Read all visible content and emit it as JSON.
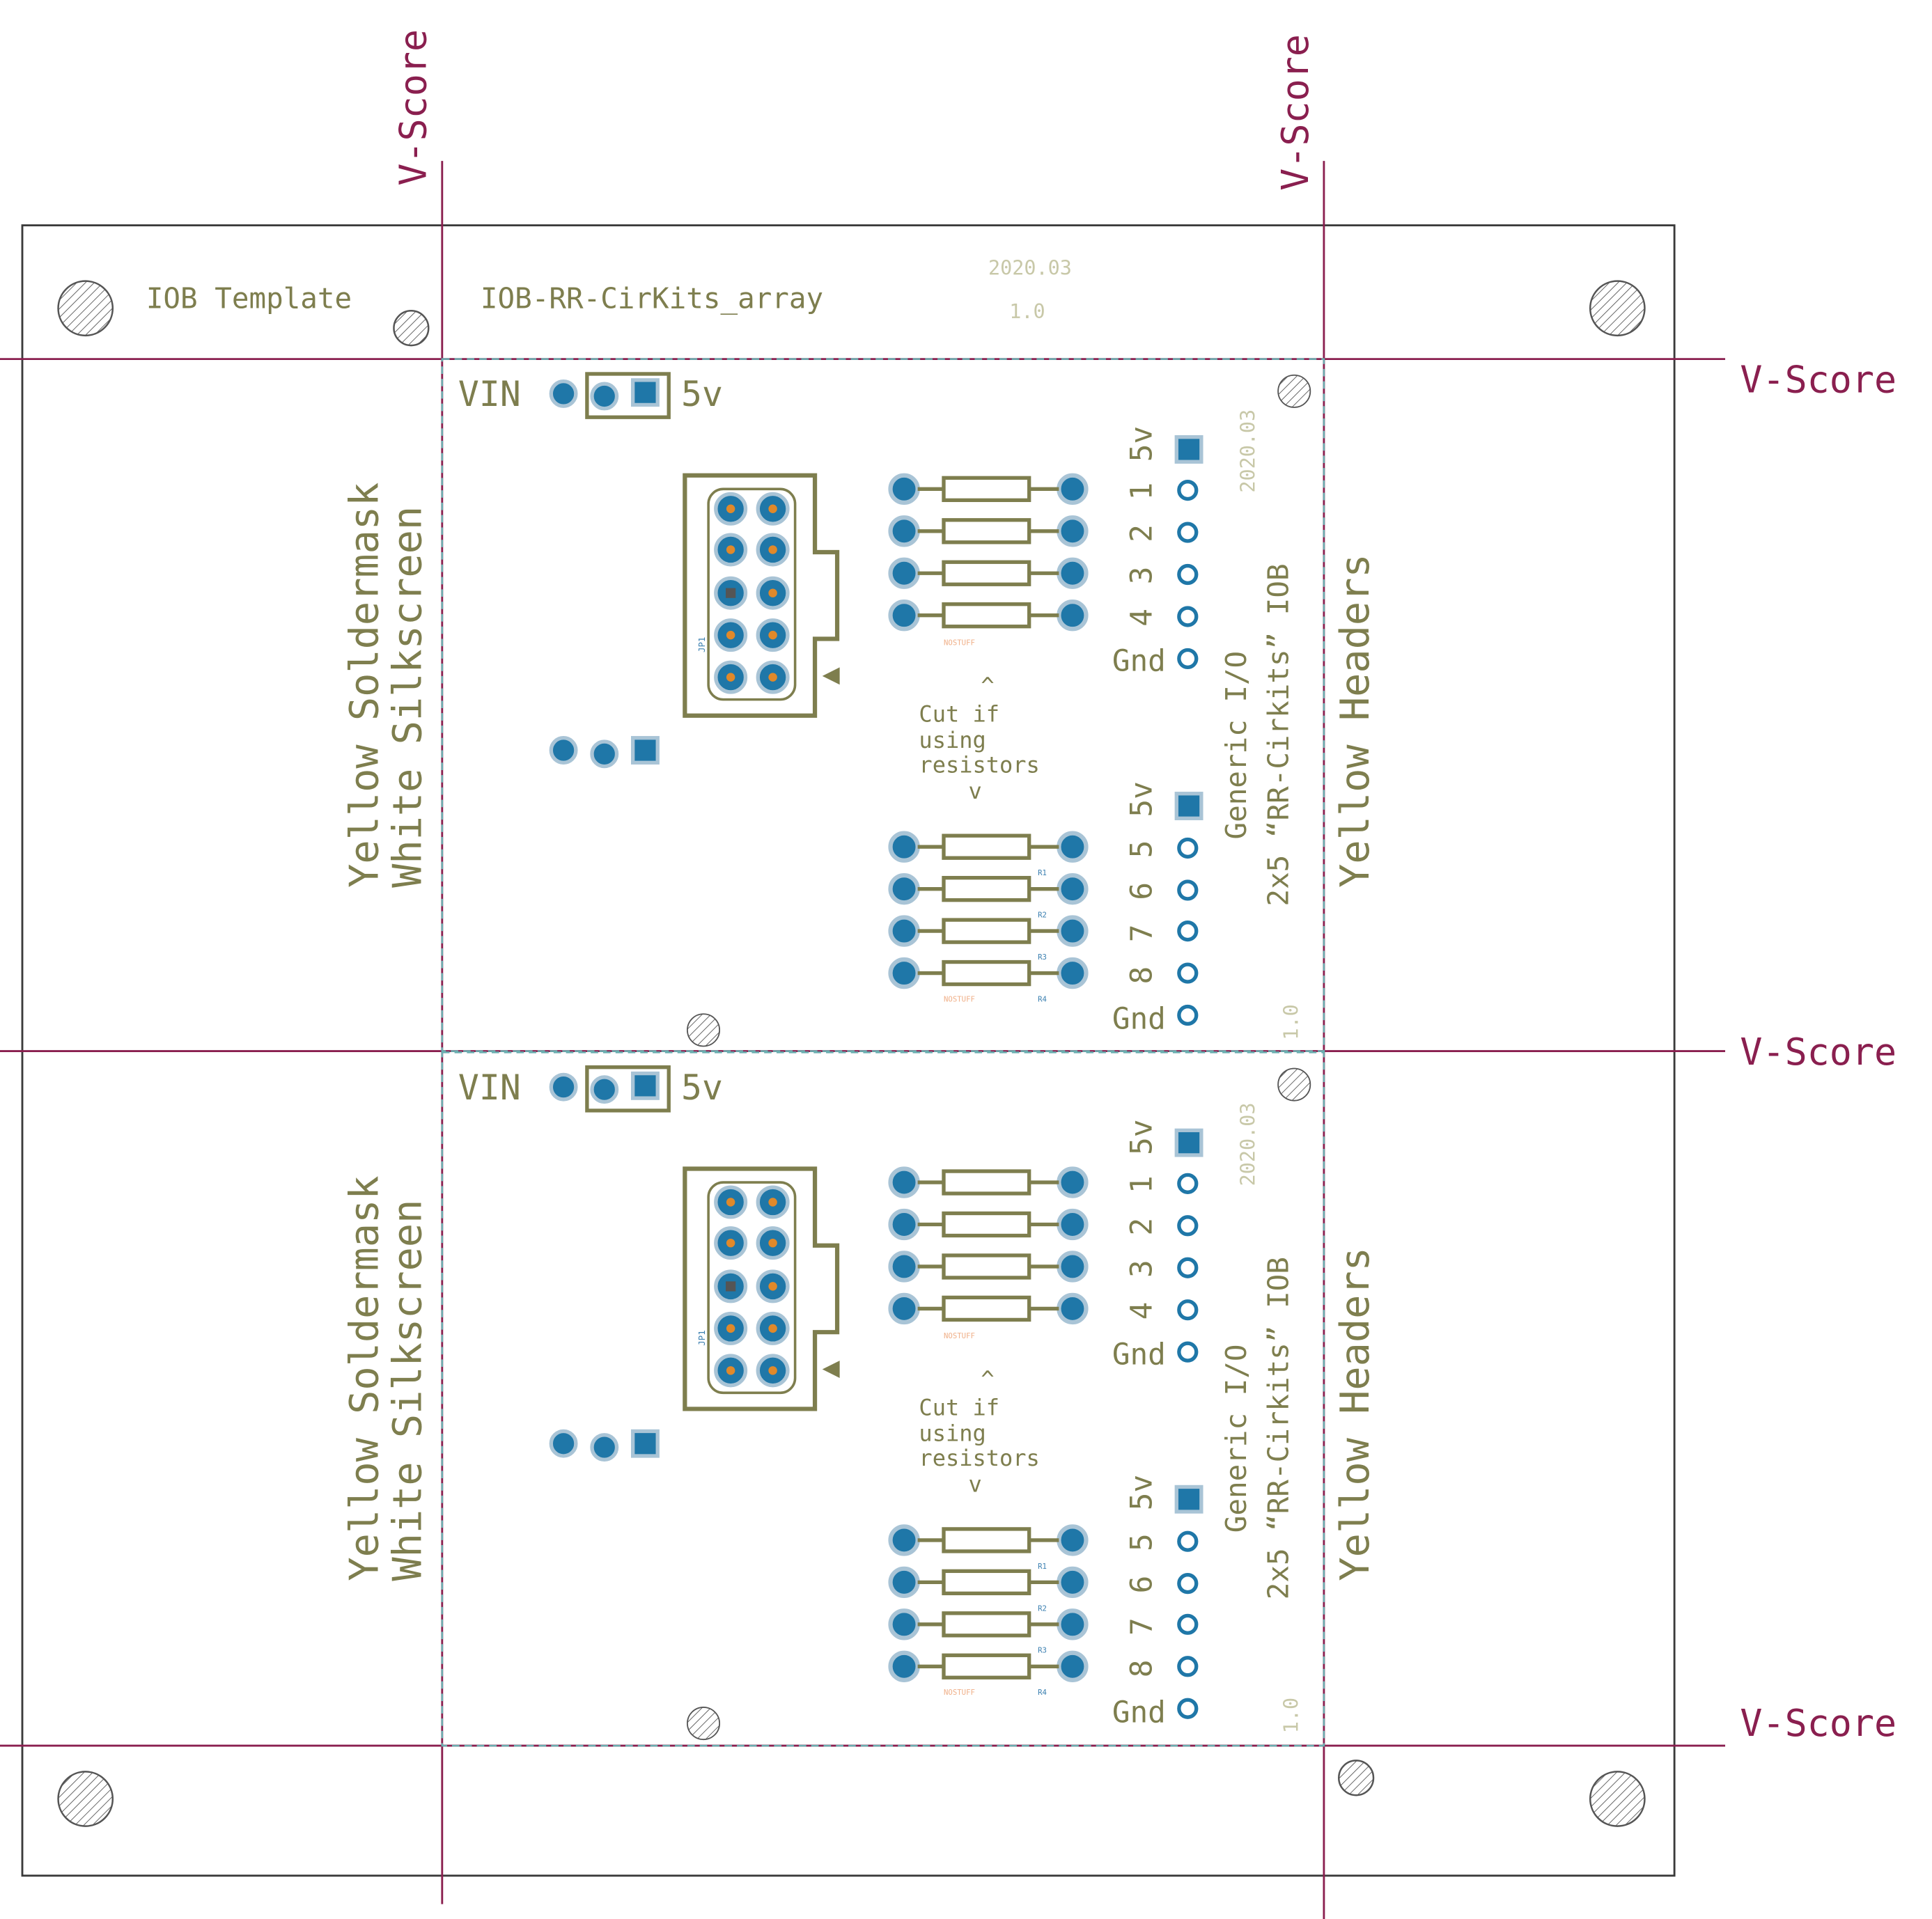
{
  "colors": {
    "background": "#ffffff",
    "outline": "#3a3a3a",
    "vscore": "#8a1f4f",
    "silk": "#7e7e4e",
    "silk_light": "#c8c8a8",
    "pad_fill": "#1f77a8",
    "pad_ring": "#a9c4d6",
    "pin_dot": "#e0892a",
    "board_edge": "#6aaeb0",
    "tiny_blue": "#3a7fb0",
    "tiny_orange": "#f0b089",
    "hatch": "#555555"
  },
  "icons": {
    "mounting_hole": "hatched-circle-icon",
    "fiducial": "small-hatched-circle-icon",
    "pad_round": "round-pad-icon",
    "pad_square": "square-pad-icon",
    "resistor": "resistor-outline-icon",
    "connector": "box-header-2x5-icon"
  },
  "vscore_label": "V-Score",
  "frame": {
    "left_label": "IOB Template",
    "board_name": "IOB-RR-CirKits_array",
    "date": "2020.03",
    "version": "1.0"
  },
  "boards": [
    {
      "vin_label": "VIN",
      "v5_label": "5v",
      "upper_pin_labels": [
        "5v",
        "1",
        "2",
        "3",
        "4",
        "Gnd"
      ],
      "lower_pin_labels": [
        "5v",
        "5",
        "6",
        "7",
        "8",
        "Gnd"
      ],
      "cut_note": [
        "^",
        "Cut if",
        "using",
        "resistors",
        "v"
      ],
      "left_text_1": "Yellow Soldermask",
      "left_text_2": "White Silkscreen",
      "right_text": "Yellow Headers",
      "title_1": "Generic I/O",
      "title_2": "2x5 “RR-Cirkits” IOB",
      "date": "2020.03",
      "version": "1.0",
      "connector_ref": "JP1",
      "resistor_refs": [
        "R1",
        "R2",
        "R3",
        "R4"
      ],
      "nostuff": "NOSTUFF"
    },
    {
      "vin_label": "VIN",
      "v5_label": "5v",
      "upper_pin_labels": [
        "5v",
        "1",
        "2",
        "3",
        "4",
        "Gnd"
      ],
      "lower_pin_labels": [
        "5v",
        "5",
        "6",
        "7",
        "8",
        "Gnd"
      ],
      "cut_note": [
        "^",
        "Cut if",
        "using",
        "resistors",
        "v"
      ],
      "left_text_1": "Yellow Soldermask",
      "left_text_2": "White Silkscreen",
      "right_text": "Yellow Headers",
      "title_1": "Generic I/O",
      "title_2": "2x5 “RR-Cirkits” IOB",
      "date": "2020.03",
      "version": "1.0",
      "connector_ref": "JP1",
      "resistor_refs": [
        "R1",
        "R2",
        "R3",
        "R4"
      ],
      "nostuff": "NOSTUFF"
    }
  ]
}
